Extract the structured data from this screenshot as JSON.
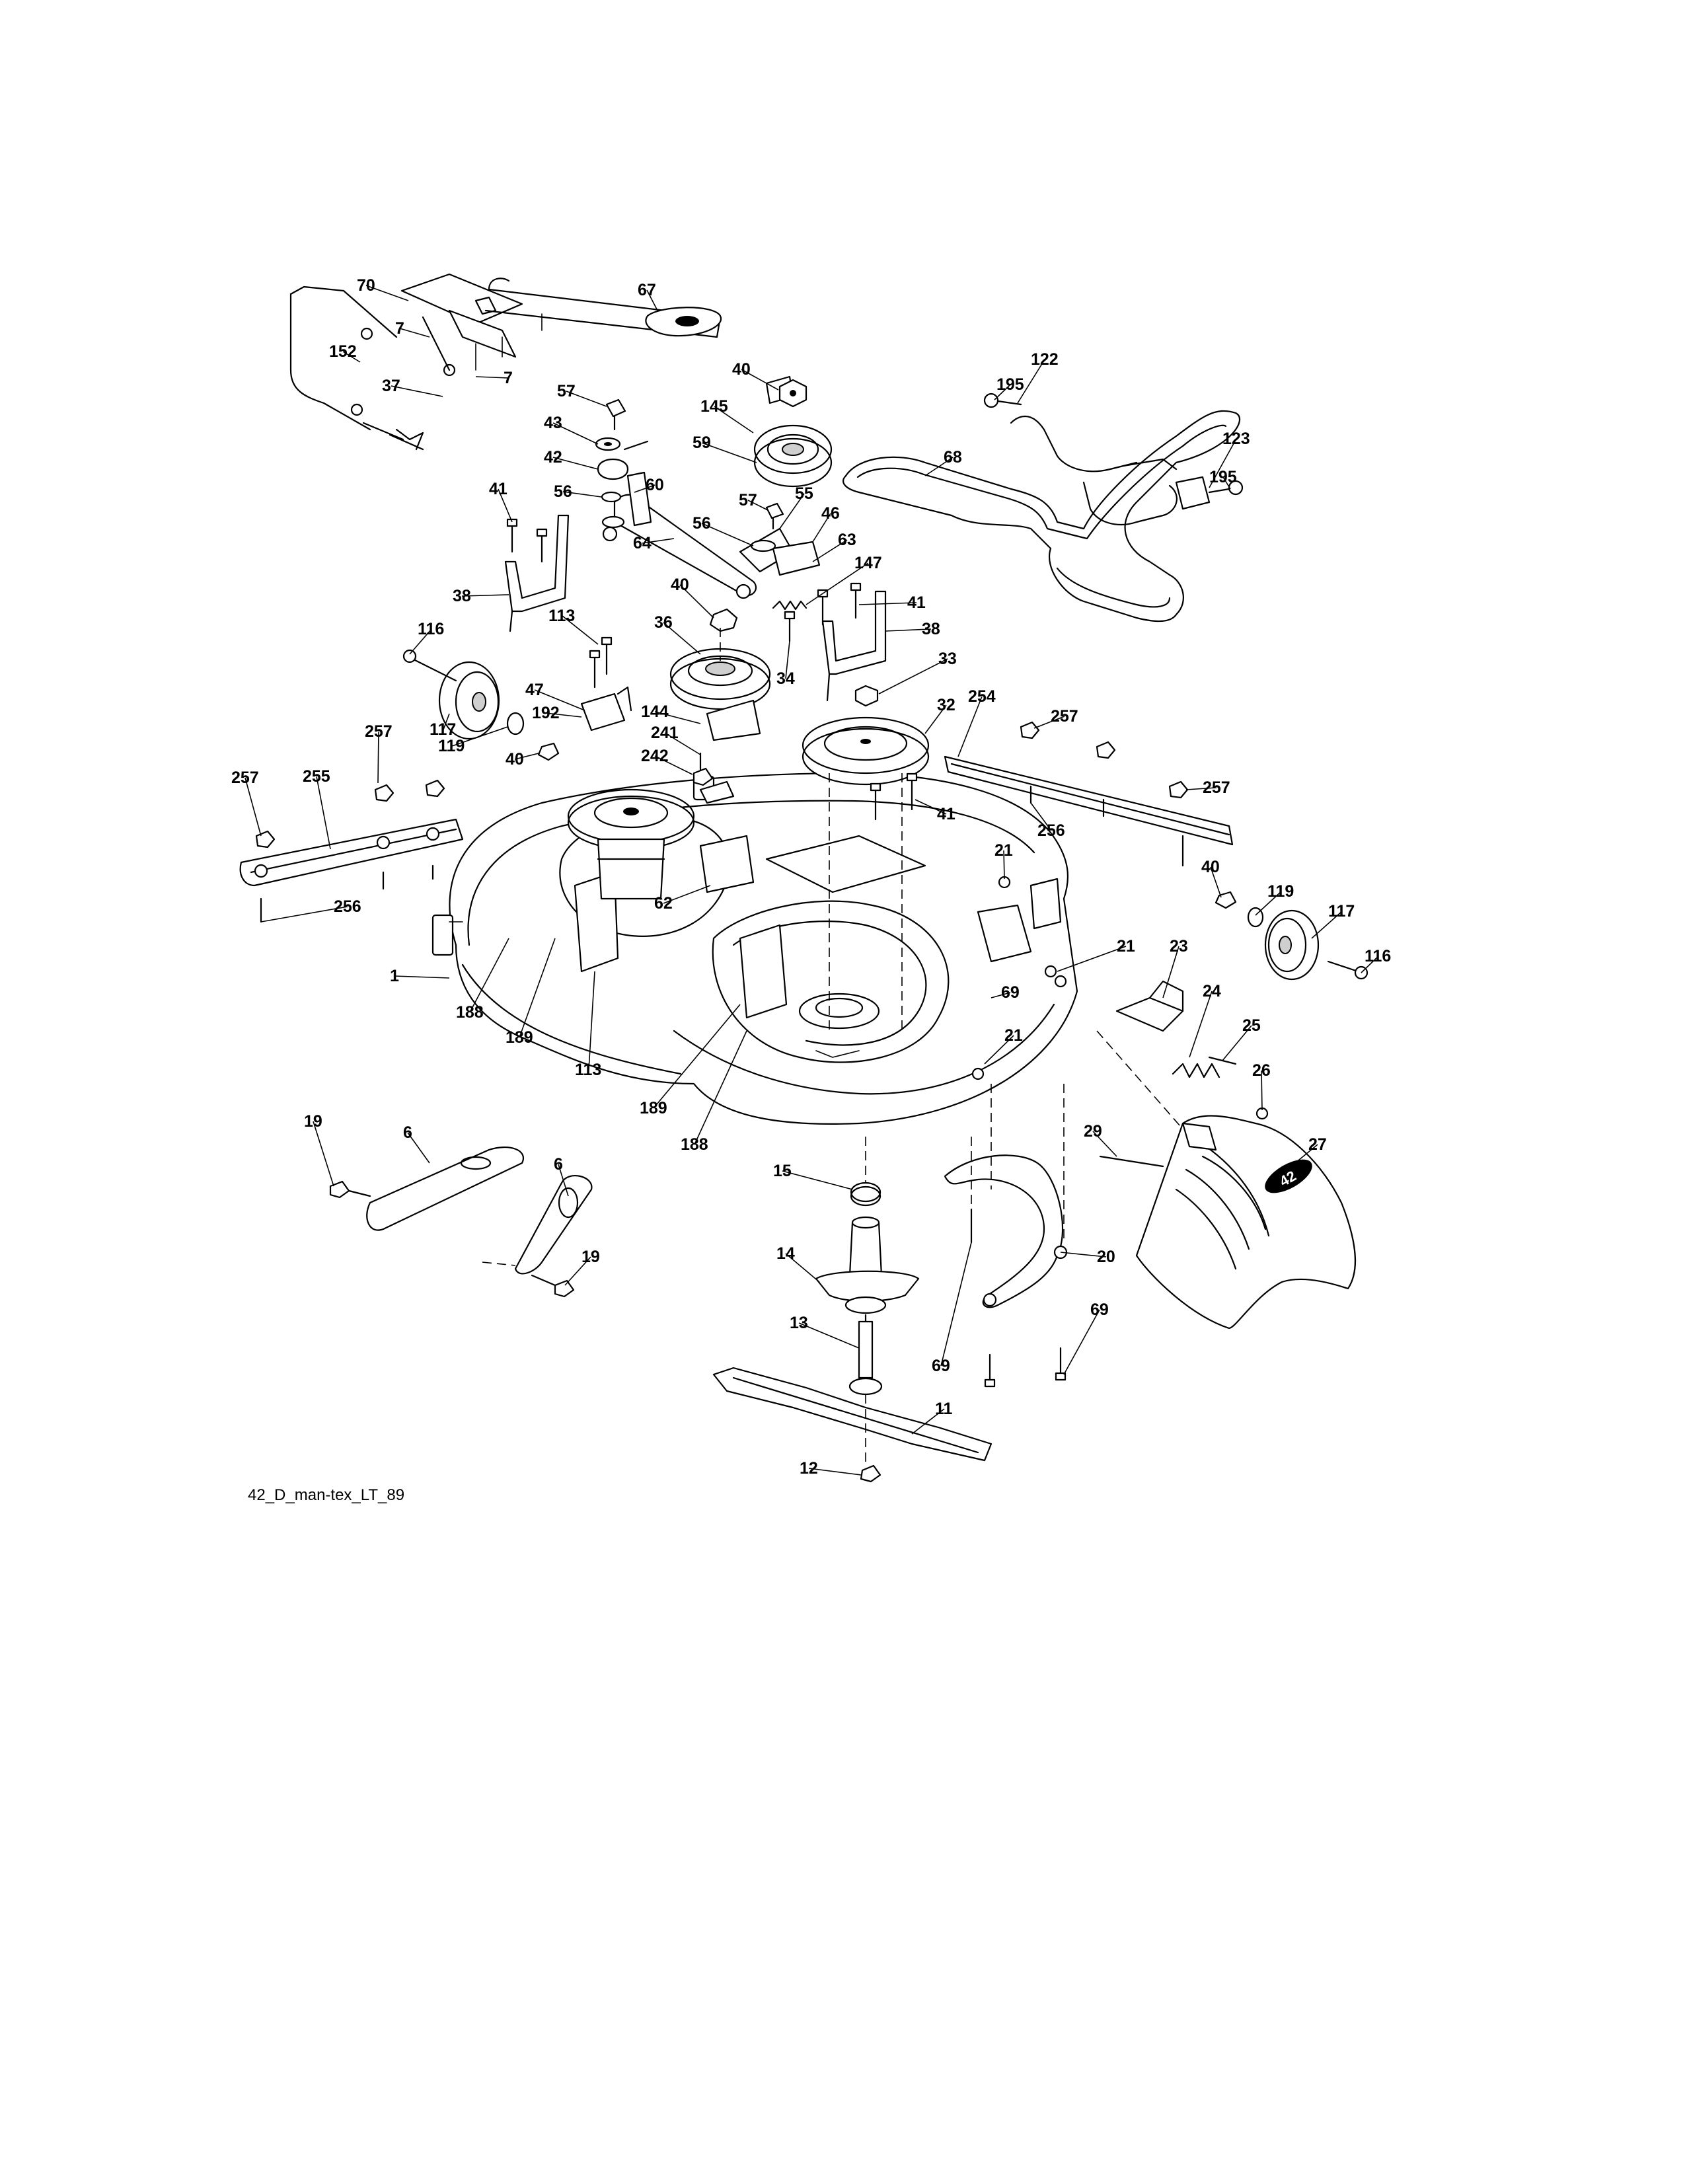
{
  "diagram": {
    "caption": "42_D_man-tex_LT_89",
    "callouts": [
      {
        "id": "c70",
        "text": "70"
      },
      {
        "id": "c67",
        "text": "67"
      },
      {
        "id": "c7a",
        "text": "7"
      },
      {
        "id": "c7b",
        "text": "7"
      },
      {
        "id": "c152",
        "text": "152"
      },
      {
        "id": "c37",
        "text": "37"
      },
      {
        "id": "c57a",
        "text": "57"
      },
      {
        "id": "c40a",
        "text": "40"
      },
      {
        "id": "c195a",
        "text": "195"
      },
      {
        "id": "c122",
        "text": "122"
      },
      {
        "id": "c145",
        "text": "145"
      },
      {
        "id": "c43",
        "text": "43"
      },
      {
        "id": "c59",
        "text": "59"
      },
      {
        "id": "c68",
        "text": "68"
      },
      {
        "id": "c123",
        "text": "123"
      },
      {
        "id": "c195b",
        "text": "195"
      },
      {
        "id": "c42",
        "text": "42"
      },
      {
        "id": "c60",
        "text": "60"
      },
      {
        "id": "c41a",
        "text": "41"
      },
      {
        "id": "c56a",
        "text": "56"
      },
      {
        "id": "c57b",
        "text": "57"
      },
      {
        "id": "c55",
        "text": "55"
      },
      {
        "id": "c56b",
        "text": "56"
      },
      {
        "id": "c46",
        "text": "46"
      },
      {
        "id": "c64",
        "text": "64"
      },
      {
        "id": "c63",
        "text": "63"
      },
      {
        "id": "c147",
        "text": "147"
      },
      {
        "id": "c38a",
        "text": "38"
      },
      {
        "id": "c40b",
        "text": "40"
      },
      {
        "id": "c41b",
        "text": "41"
      },
      {
        "id": "c113a",
        "text": "113"
      },
      {
        "id": "c116a",
        "text": "116"
      },
      {
        "id": "c36",
        "text": "36"
      },
      {
        "id": "c38b",
        "text": "38"
      },
      {
        "id": "c34",
        "text": "34"
      },
      {
        "id": "c33",
        "text": "33"
      },
      {
        "id": "c47",
        "text": "47"
      },
      {
        "id": "c192",
        "text": "192"
      },
      {
        "id": "c117a",
        "text": "117"
      },
      {
        "id": "c257a",
        "text": "257"
      },
      {
        "id": "c119a",
        "text": "119"
      },
      {
        "id": "c144",
        "text": "144"
      },
      {
        "id": "c32",
        "text": "32"
      },
      {
        "id": "c254",
        "text": "254"
      },
      {
        "id": "c257b",
        "text": "257"
      },
      {
        "id": "c40c",
        "text": "40"
      },
      {
        "id": "c241",
        "text": "241"
      },
      {
        "id": "c242",
        "text": "242"
      },
      {
        "id": "c257c",
        "text": "257"
      },
      {
        "id": "c255",
        "text": "255"
      },
      {
        "id": "c257d",
        "text": "257"
      },
      {
        "id": "c41c",
        "text": "41"
      },
      {
        "id": "c256a",
        "text": "256"
      },
      {
        "id": "c21a",
        "text": "21"
      },
      {
        "id": "c40d",
        "text": "40"
      },
      {
        "id": "c119b",
        "text": "119"
      },
      {
        "id": "c62",
        "text": "62"
      },
      {
        "id": "c256b",
        "text": "256"
      },
      {
        "id": "c117b",
        "text": "117"
      },
      {
        "id": "c21b",
        "text": "21"
      },
      {
        "id": "c23",
        "text": "23"
      },
      {
        "id": "c116b",
        "text": "116"
      },
      {
        "id": "c1",
        "text": "1"
      },
      {
        "id": "c69a",
        "text": "69"
      },
      {
        "id": "c24",
        "text": "24"
      },
      {
        "id": "c188a",
        "text": "188"
      },
      {
        "id": "c189a",
        "text": "189"
      },
      {
        "id": "c21c",
        "text": "21"
      },
      {
        "id": "c25",
        "text": "25"
      },
      {
        "id": "c113b",
        "text": "113"
      },
      {
        "id": "c26",
        "text": "26"
      },
      {
        "id": "c6a",
        "text": "6"
      },
      {
        "id": "c19a",
        "text": "19"
      },
      {
        "id": "c189b",
        "text": "189"
      },
      {
        "id": "c29",
        "text": "29"
      },
      {
        "id": "c27",
        "text": "27"
      },
      {
        "id": "c188b",
        "text": "188"
      },
      {
        "id": "c6b",
        "text": "6"
      },
      {
        "id": "c15",
        "text": "15"
      },
      {
        "id": "c19b",
        "text": "19"
      },
      {
        "id": "c14",
        "text": "14"
      },
      {
        "id": "c20",
        "text": "20"
      },
      {
        "id": "c69b",
        "text": "69"
      },
      {
        "id": "c13",
        "text": "13"
      },
      {
        "id": "c69c",
        "text": "69"
      },
      {
        "id": "c11",
        "text": "11"
      },
      {
        "id": "c12",
        "text": "12"
      }
    ],
    "chute_badge": "42"
  }
}
